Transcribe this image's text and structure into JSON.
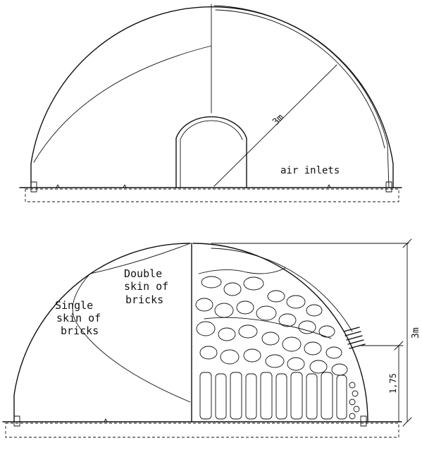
{
  "top_view": {
    "dimension_label": "3m",
    "annotation": "air inlets"
  },
  "bottom_view": {
    "single_skin": [
      "Single",
      "skin of",
      "bricks"
    ],
    "double_skin": [
      "Double",
      "skin of",
      "bricks"
    ],
    "height_label": "3m",
    "door_height_label": "1,75"
  }
}
